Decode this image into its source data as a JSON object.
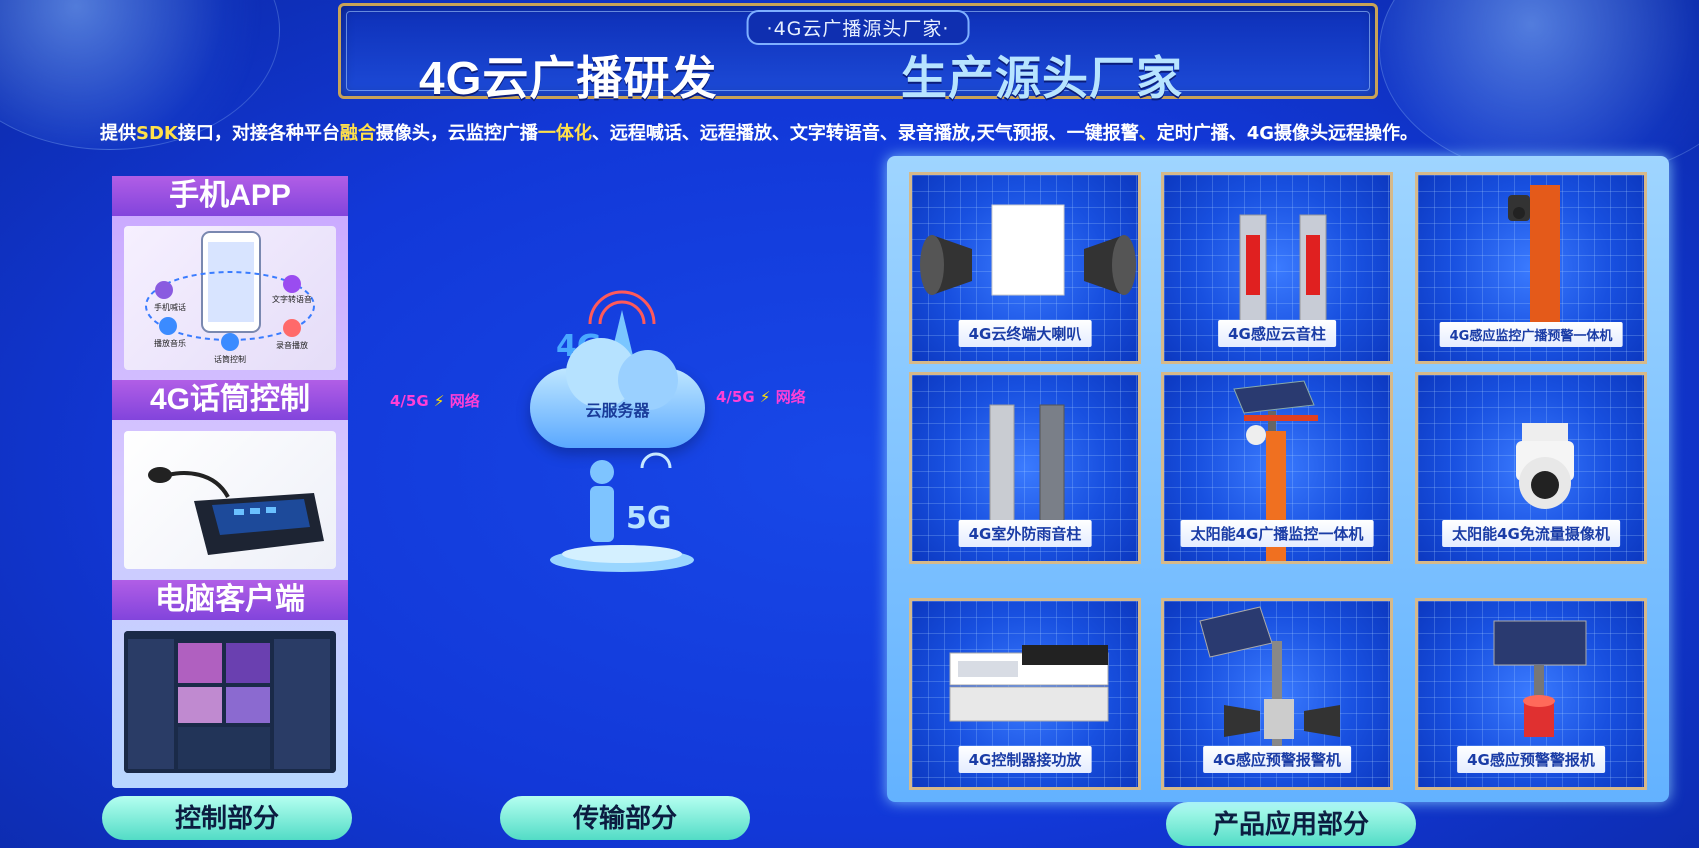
{
  "header": {
    "tag": "·4G云广播源头厂家·",
    "title_left": "4G云广播研发",
    "title_right": "生产源头厂家"
  },
  "subtitle": {
    "part1": "提供",
    "sdk": "SDK",
    "part2": "接口，对接各种平台",
    "fusion": "融合",
    "part3": "摄像头，云监控广播",
    "integrate": "一体化",
    "part4": "、远程喊话、远程播放、文字转语音、录音播放,天气预报、一键报警",
    "sep": "、",
    "part5": "定时广播、4G摄像头远程操作。"
  },
  "control": {
    "app_title": "手机APP",
    "mic_title": "4G话筒控制",
    "pc_title": "电脑客户端",
    "app_labels": [
      "手机喊话",
      "文字转语音",
      "播放音乐",
      "录音播放",
      "话筒控制"
    ]
  },
  "transport": {
    "net_left": "4/5G",
    "net_left_suffix": "网络",
    "net_right": "4/5G",
    "net_right_suffix": "网络",
    "cloud_label": "云服务器",
    "badge_4g": "4G",
    "badge_5g": "5G"
  },
  "sections": {
    "control": "控制部分",
    "transport": "传输部分",
    "product": "产品应用部分"
  },
  "products": [
    {
      "name": "4G云终端大喇叭",
      "icon": "horn-speaker-icon"
    },
    {
      "name": "4G感应云音柱",
      "icon": "sound-column-icon"
    },
    {
      "name": "4G感应监控广播预警一体机",
      "icon": "monitor-warning-icon"
    },
    {
      "name": "4G室外防雨音柱",
      "icon": "rainproof-column-icon"
    },
    {
      "name": "太阳能4G广播监控一体机",
      "icon": "solar-monitor-icon"
    },
    {
      "name": "太阳能4G免流量摄像机",
      "icon": "dome-camera-icon"
    },
    {
      "name": "4G控制器接功放",
      "icon": "amplifier-icon"
    },
    {
      "name": "4G感应预警报警机",
      "icon": "solar-horn-icon"
    },
    {
      "name": "4G感应预警警报机",
      "icon": "solar-siren-icon"
    }
  ],
  "colors": {
    "background": "#1238d8",
    "highlight": "#ffe04a",
    "pill": "#52dcc6",
    "card_border": "#d6b98a"
  }
}
